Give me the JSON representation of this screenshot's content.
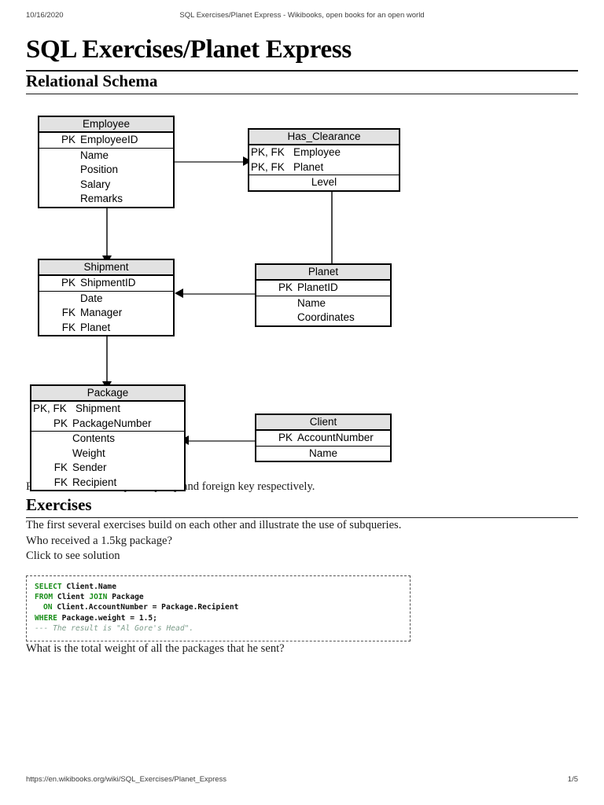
{
  "print_header": {
    "date": "10/16/2020",
    "title": "SQL Exercises/Planet Express - Wikibooks, open books for an open world"
  },
  "print_footer": {
    "url": "https://en.wikibooks.org/wiki/SQL_Exercises/Planet_Express",
    "page": "1/5"
  },
  "page": {
    "title": "SQL Exercises/Planet Express"
  },
  "sections": {
    "schema_heading": "Relational Schema",
    "exercises_heading": "Exercises"
  },
  "paragraphs": {
    "pk_fk_note": "PK and FK stand for primary key and foreign key respectively.",
    "intro": "The first several exercises build on each other and illustrate the use of subqueries.",
    "question_1": "Who received a 1.5kg package?",
    "click_solution": "Click to see solution",
    "question_2": "What is the total weight of all the packages that he sent?"
  },
  "diagram": {
    "entities": {
      "employee": {
        "name": "Employee",
        "rows": [
          {
            "key": "PK",
            "attr": "EmployeeID"
          },
          {
            "key": "",
            "attr": "Name"
          },
          {
            "key": "",
            "attr": "Position"
          },
          {
            "key": "",
            "attr": "Salary"
          },
          {
            "key": "",
            "attr": "Remarks"
          }
        ]
      },
      "has_clearance": {
        "name": "Has_Clearance",
        "rows": [
          {
            "key": "PK, FK",
            "attr": "Employee"
          },
          {
            "key": "PK, FK",
            "attr": "Planet"
          },
          {
            "key": "",
            "attr": "Level"
          }
        ]
      },
      "shipment": {
        "name": "Shipment",
        "rows": [
          {
            "key": "PK",
            "attr": "ShipmentID"
          },
          {
            "key": "",
            "attr": "Date"
          },
          {
            "key": "FK",
            "attr": "Manager"
          },
          {
            "key": "FK",
            "attr": "Planet"
          }
        ]
      },
      "planet": {
        "name": "Planet",
        "rows": [
          {
            "key": "PK",
            "attr": "PlanetID"
          },
          {
            "key": "",
            "attr": "Name"
          },
          {
            "key": "",
            "attr": "Coordinates"
          }
        ]
      },
      "package": {
        "name": "Package",
        "rows": [
          {
            "key": "PK, FK",
            "attr": "Shipment"
          },
          {
            "key": "PK",
            "attr": "PackageNumber"
          },
          {
            "key": "",
            "attr": "Contents"
          },
          {
            "key": "",
            "attr": "Weight"
          },
          {
            "key": "FK",
            "attr": "Sender"
          },
          {
            "key": "FK",
            "attr": "Recipient"
          }
        ]
      },
      "client": {
        "name": "Client",
        "rows": [
          {
            "key": "PK",
            "attr": "AccountNumber"
          },
          {
            "key": "",
            "attr": "Name"
          }
        ]
      }
    },
    "colors": {
      "header_fill": "#e2e2e2",
      "border": "#000000",
      "connector": "#6e6e6e"
    }
  },
  "code": {
    "line1_kw": "SELECT",
    "line1_rest": " Client.Name",
    "line2_kw": "FROM",
    "line2_a": " Client ",
    "line2_kw2": "JOIN",
    "line2_b": " Package",
    "line3_kw": "ON",
    "line3_rest": " Client.AccountNumber = Package.Recipient",
    "line4_kw": "WHERE",
    "line4_rest": " Package.weight = 1.5;",
    "line5_comment": "--- The result is \"Al Gore's Head\"."
  }
}
